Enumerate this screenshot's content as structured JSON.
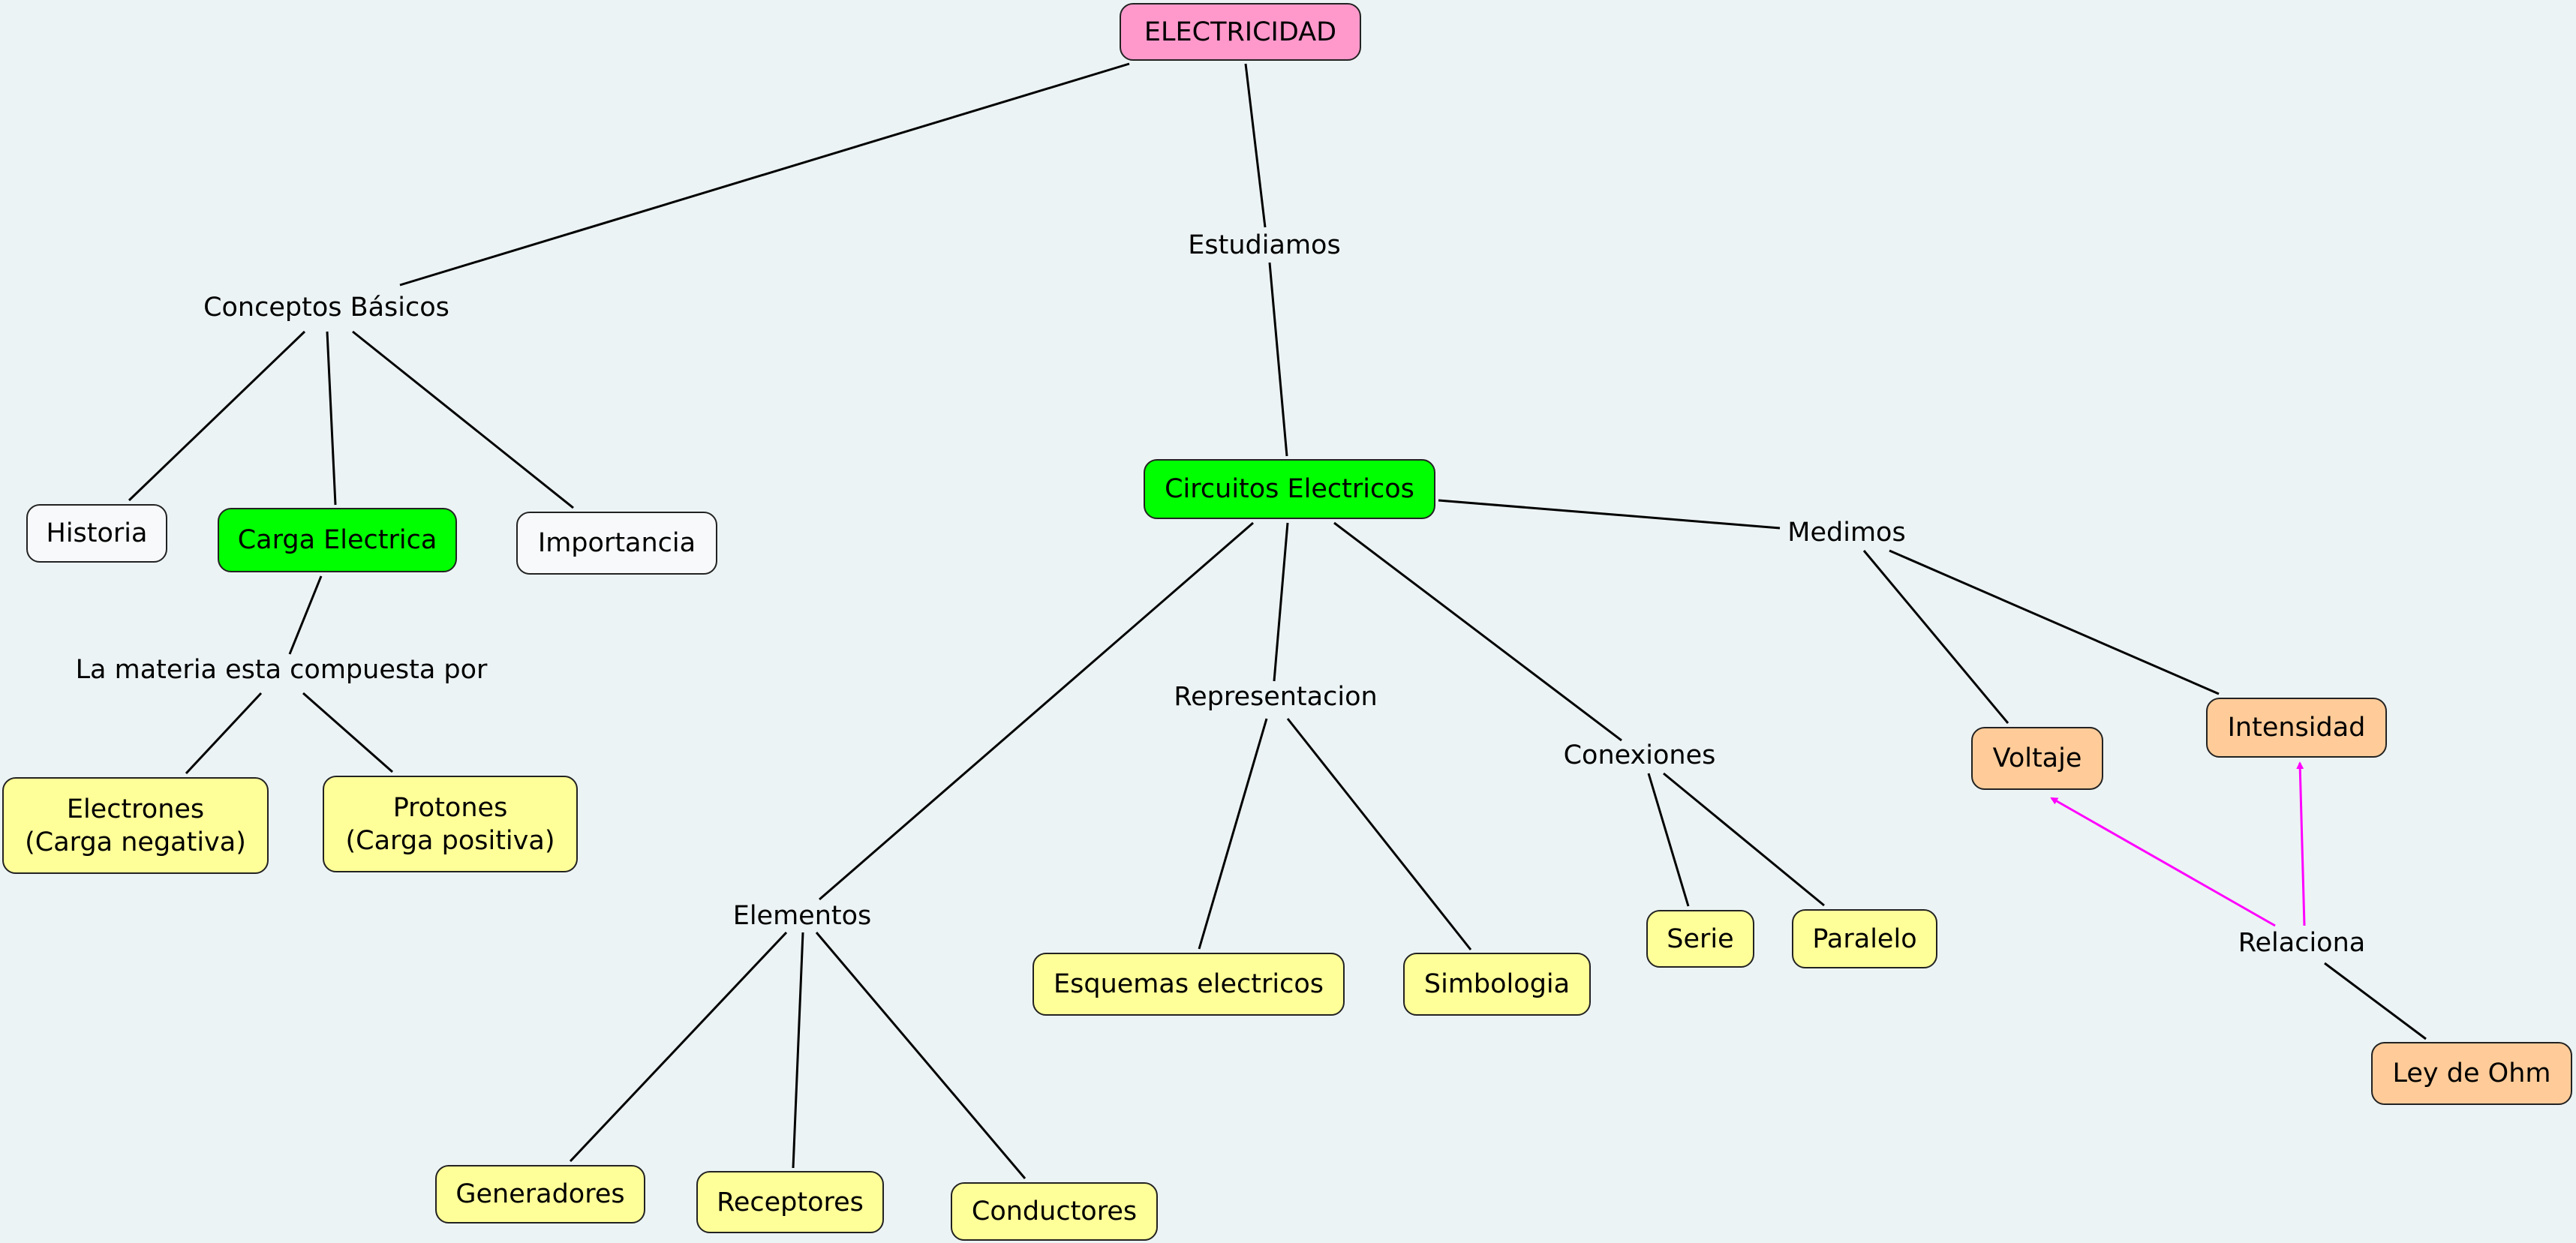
{
  "colors": {
    "background": "#ecf3f4",
    "root": "#ff99cc",
    "main_concept": "#00ff00",
    "basic_concept": "#f7f9fa",
    "leaf": "#ffff99",
    "measure": "#ffcc99",
    "relation_arrow": "#ff00ff",
    "line": "#000000"
  },
  "concepts": {
    "electricidad": "ELECTRICIDAD",
    "circuitos": "Circuitos Electricos",
    "carga": "Carga Electrica",
    "historia": "Historia",
    "importancia": "Importancia",
    "electrones": "Electrones\n(Carga negativa)",
    "protones": "Protones\n(Carga positiva)",
    "esquemas": "Esquemas electricos",
    "simbologia": "Simbologia",
    "serie": "Serie",
    "paralelo": "Paralelo",
    "generadores": "Generadores",
    "receptores": "Receptores",
    "conductores": "Conductores",
    "voltaje": "Voltaje",
    "intensidad": "Intensidad",
    "ley_ohm": "Ley de Ohm"
  },
  "linking_phrases": {
    "conceptos_basicos": "Conceptos Básicos",
    "estudiamos": "Estudiamos",
    "materia": "La materia esta compuesta por",
    "medimos": "Medimos",
    "representacion": "Representacion",
    "conexiones": "Conexiones",
    "elementos": "Elementos",
    "relaciona": "Relaciona"
  }
}
